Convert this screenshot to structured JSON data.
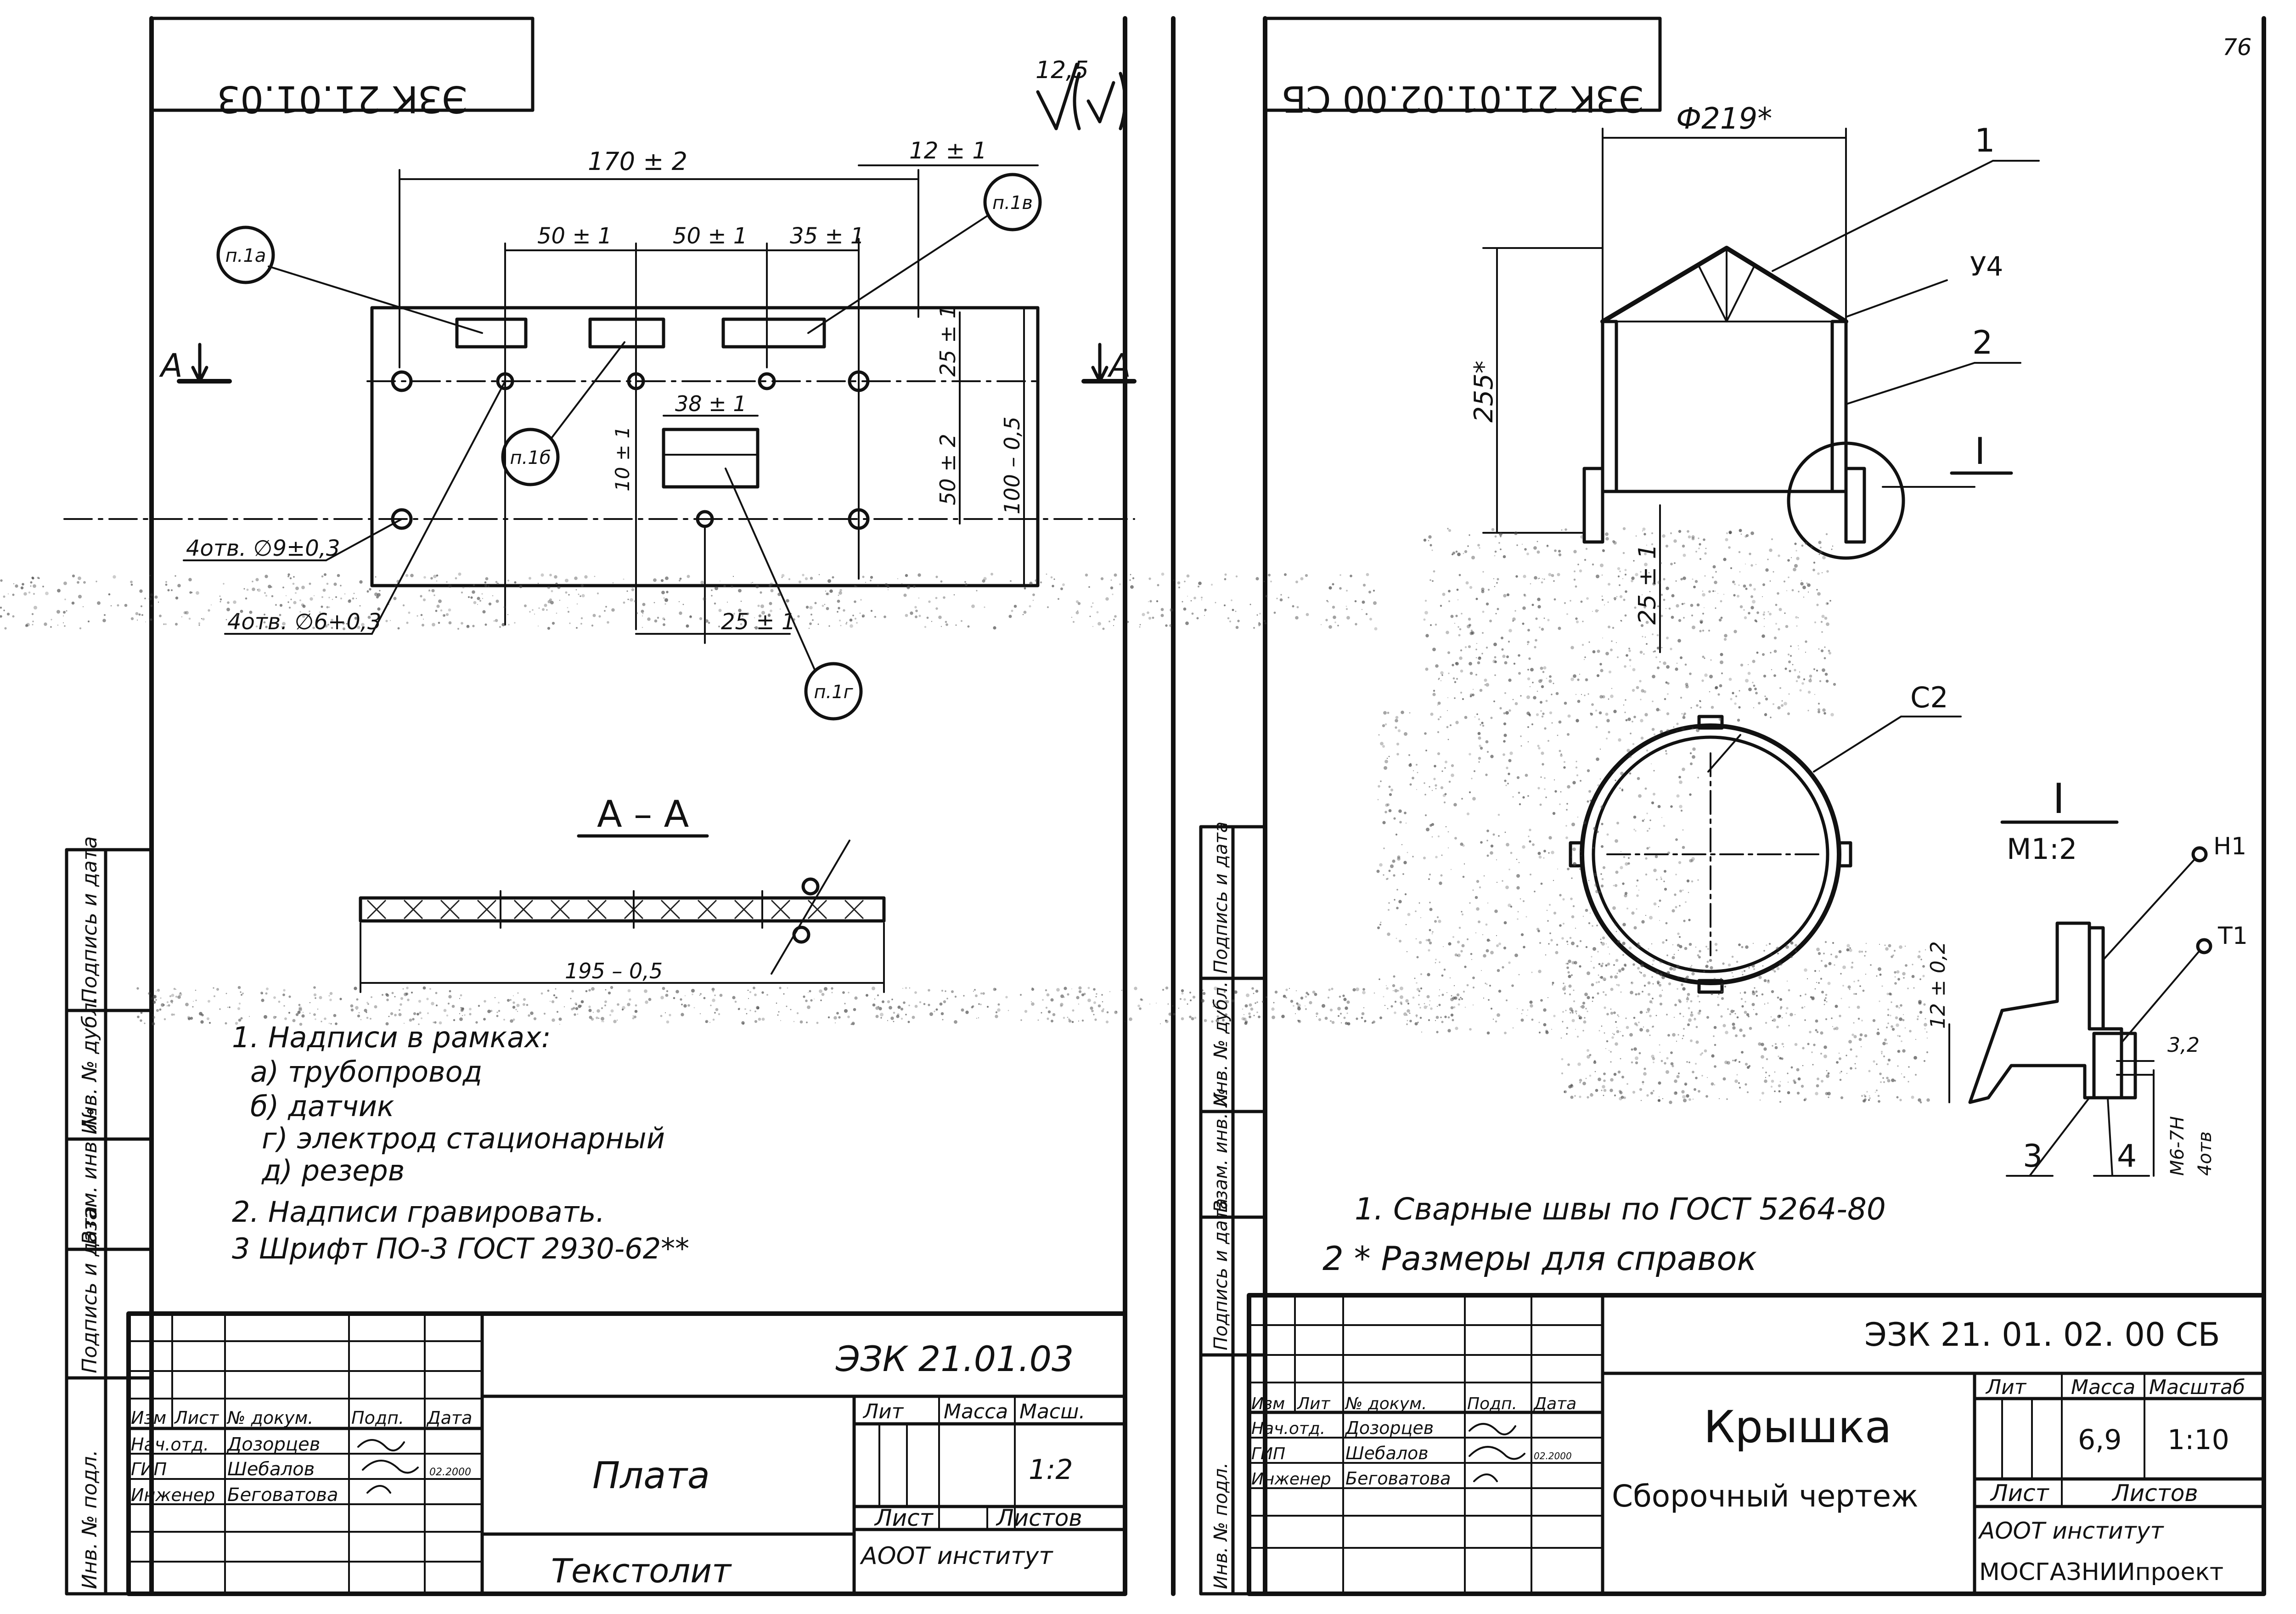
{
  "left_sheet": {
    "stamp_code": "ЭЗК 21.01.03",
    "roughness_symbol": "12,5",
    "dims": {
      "overall_length": "170 ± 2",
      "edge": "12 ± 1",
      "pitch_a": "50 ± 1",
      "pitch_b": "50 ± 1",
      "pitch_c": "35 ± 1",
      "row_offset": "25 ± 1",
      "rows_spacing": "50 ± 2",
      "height": "100 – 0,5",
      "slot_width": "38 ± 1",
      "slot_height": "10 ± 1",
      "bottom_offset": "25 ± 1",
      "section_length": "195 – 0,5"
    },
    "holes_large": "4отв. ∅9±0,3",
    "holes_small": "4отв. ∅6+0,3",
    "section_marks": {
      "left": "А",
      "right": "А"
    },
    "callouts": [
      "п.1а",
      "п.1б",
      "п.1в",
      "п.1г"
    ],
    "section_title": "А – А",
    "notes": [
      "1. Надписи в рамках:",
      "а) трубопровод",
      "б) датчик",
      "г) электрод стационарный",
      "д) резерв",
      "2. Надписи гравировать.",
      "3 Шрифт ПО-3 ГОСТ 2930-62**"
    ],
    "title_block": {
      "code": "ЭЗК 21.01.03",
      "name": "Плата",
      "material": "Текстолит",
      "scale": "1:2",
      "org": "АООТ институт",
      "col_headers": [
        "Лит",
        "Масса",
        "Масш."
      ],
      "sheet_headers": [
        "Лист",
        "Листов"
      ],
      "sign_headers": [
        "Изм",
        "Лист",
        "№ докум.",
        "Подп.",
        "Дата"
      ],
      "roles": [
        "Нач.отд.",
        "ГИП",
        "Инженер"
      ],
      "names": [
        "Дозорцев",
        "Шебалов",
        "Беговатова"
      ],
      "date": "02.2000"
    },
    "side_labels": [
      "Подпись и дата",
      "Инв. № дубл.",
      "Взам. инв. №",
      "Подпись и дата",
      "Инв. № подл."
    ]
  },
  "right_sheet": {
    "stamp_code": "ЭЗК 21.01.02.00 СБ",
    "page_mark": "76",
    "dims": {
      "diameter": "Ф219*",
      "height": "255*",
      "offset": "25 ± 1",
      "detail_height": "12 ± 0,2",
      "detail_gap": "3,2"
    },
    "callouts": [
      "1",
      "2",
      "У4",
      "С2",
      "Н1",
      "Т1",
      "3",
      "4"
    ],
    "detail_ref": "I",
    "detail_title": "I",
    "detail_scale": "М1:2",
    "thread_note": "М6-7Н",
    "hole_count": "4отв",
    "notes": [
      "1. Сварные швы по ГОСТ 5264-80",
      "2 * Размеры для справок"
    ],
    "title_block": {
      "code": "ЭЗК 21. 01. 02. 00 СБ",
      "name": "Крышка",
      "subtitle": "Сборочный чертеж",
      "mass": "6,9",
      "scale": "1:10",
      "col_headers": [
        "Лит",
        "Масса",
        "Масштаб"
      ],
      "sheet_headers": [
        "Лист",
        "Листов"
      ],
      "org_line1": "АООТ институт",
      "org_line2": "МОСГАЗНИИпроект",
      "sign_headers": [
        "Изм",
        "Лит",
        "№ докум.",
        "Подп.",
        "Дата"
      ],
      "roles": [
        "Нач.отд.",
        "ГИП",
        "Инженер"
      ],
      "names": [
        "Дозорцев",
        "Шебалов",
        "Беговатова"
      ],
      "date": "02.2000"
    },
    "side_labels": [
      "Подпись и дата",
      "Инв. № дубл.",
      "Взам. инв. №",
      "Подпись и дата",
      "Инв. № подл."
    ]
  }
}
